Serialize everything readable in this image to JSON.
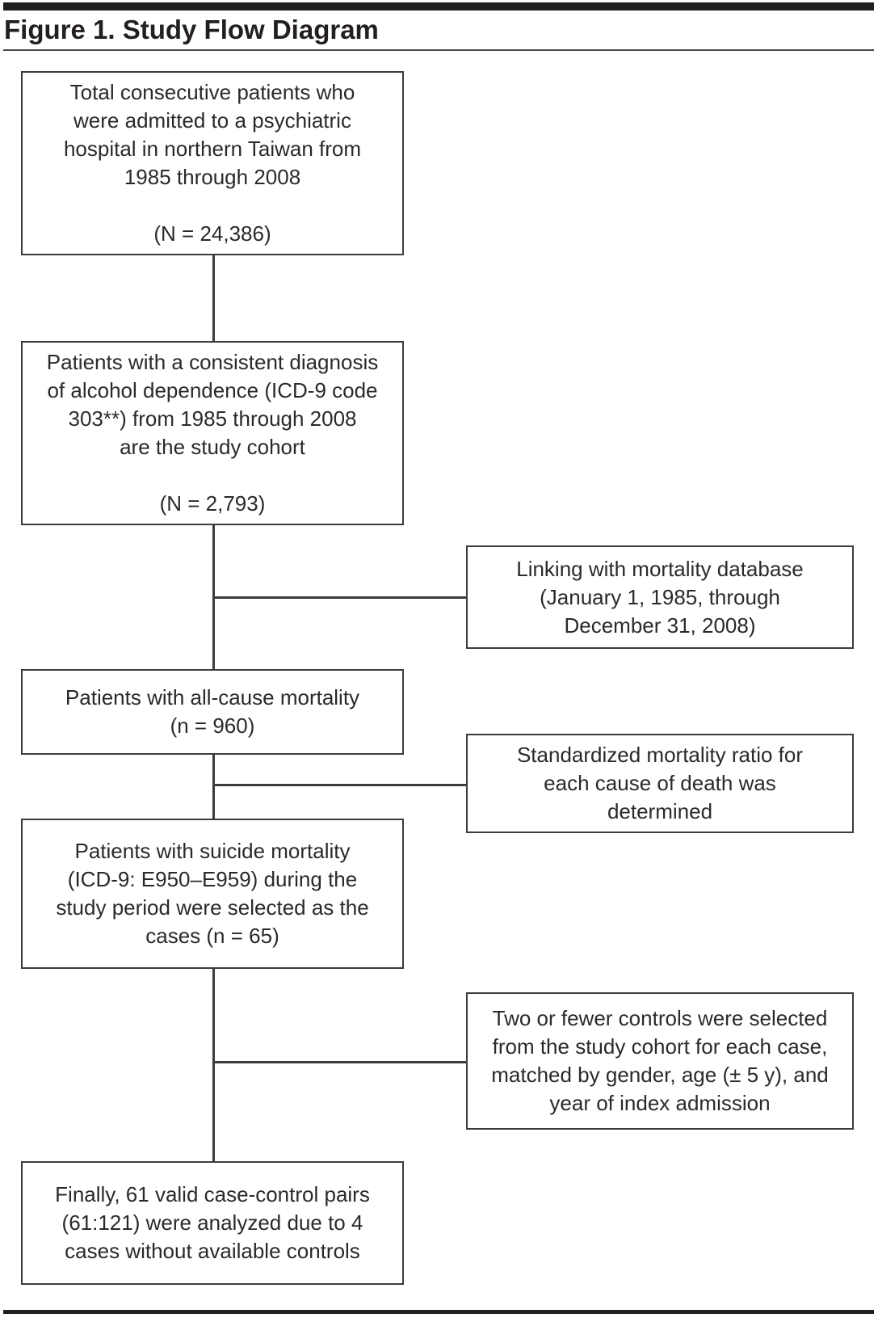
{
  "figure": {
    "title": "Figure 1. Study Flow Diagram"
  },
  "colors": {
    "background": "#ffffff",
    "text": "#2b2a29",
    "box_border": "#3d3c3b",
    "heavy_rule": "#211f20"
  },
  "main_boxes": [
    {
      "id": "total-patients",
      "lines": [
        "Total consecutive patients who",
        "were admitted to a psychiatric",
        "hospital in northern Taiwan from",
        "1985 through 2008"
      ],
      "count": "(N = 24,386)"
    },
    {
      "id": "study-cohort",
      "lines": [
        "Patients with a consistent diagnosis",
        "of alcohol dependence (ICD-9 code",
        "303**) from 1985 through 2008",
        "are the study cohort"
      ],
      "count": "(N = 2,793)"
    },
    {
      "id": "all-cause-mortality",
      "lines": [
        "Patients with all-cause mortality",
        "(n = 960)"
      ]
    },
    {
      "id": "suicide-cases",
      "lines": [
        "Patients with suicide mortality",
        "(ICD-9: E950–E959) during the",
        "study period were selected as the",
        "cases (n = 65)"
      ]
    },
    {
      "id": "final-pairs",
      "lines": [
        "Finally, 61 valid case-control pairs",
        "(61:121) were analyzed due to 4",
        "cases without available controls"
      ]
    }
  ],
  "side_boxes": [
    {
      "id": "linking-mortality-database",
      "lines": [
        "Linking with mortality database",
        "(January 1, 1985, through",
        "December 31, 2008)"
      ]
    },
    {
      "id": "smr-determined",
      "lines": [
        "Standardized mortality ratio for",
        "each cause of death was",
        "determined"
      ]
    },
    {
      "id": "controls-selected",
      "lines": [
        "Two or fewer controls were selected",
        "from the study cohort for each case,",
        "matched by gender, age (± 5 y), and",
        "year of index admission"
      ]
    }
  ]
}
